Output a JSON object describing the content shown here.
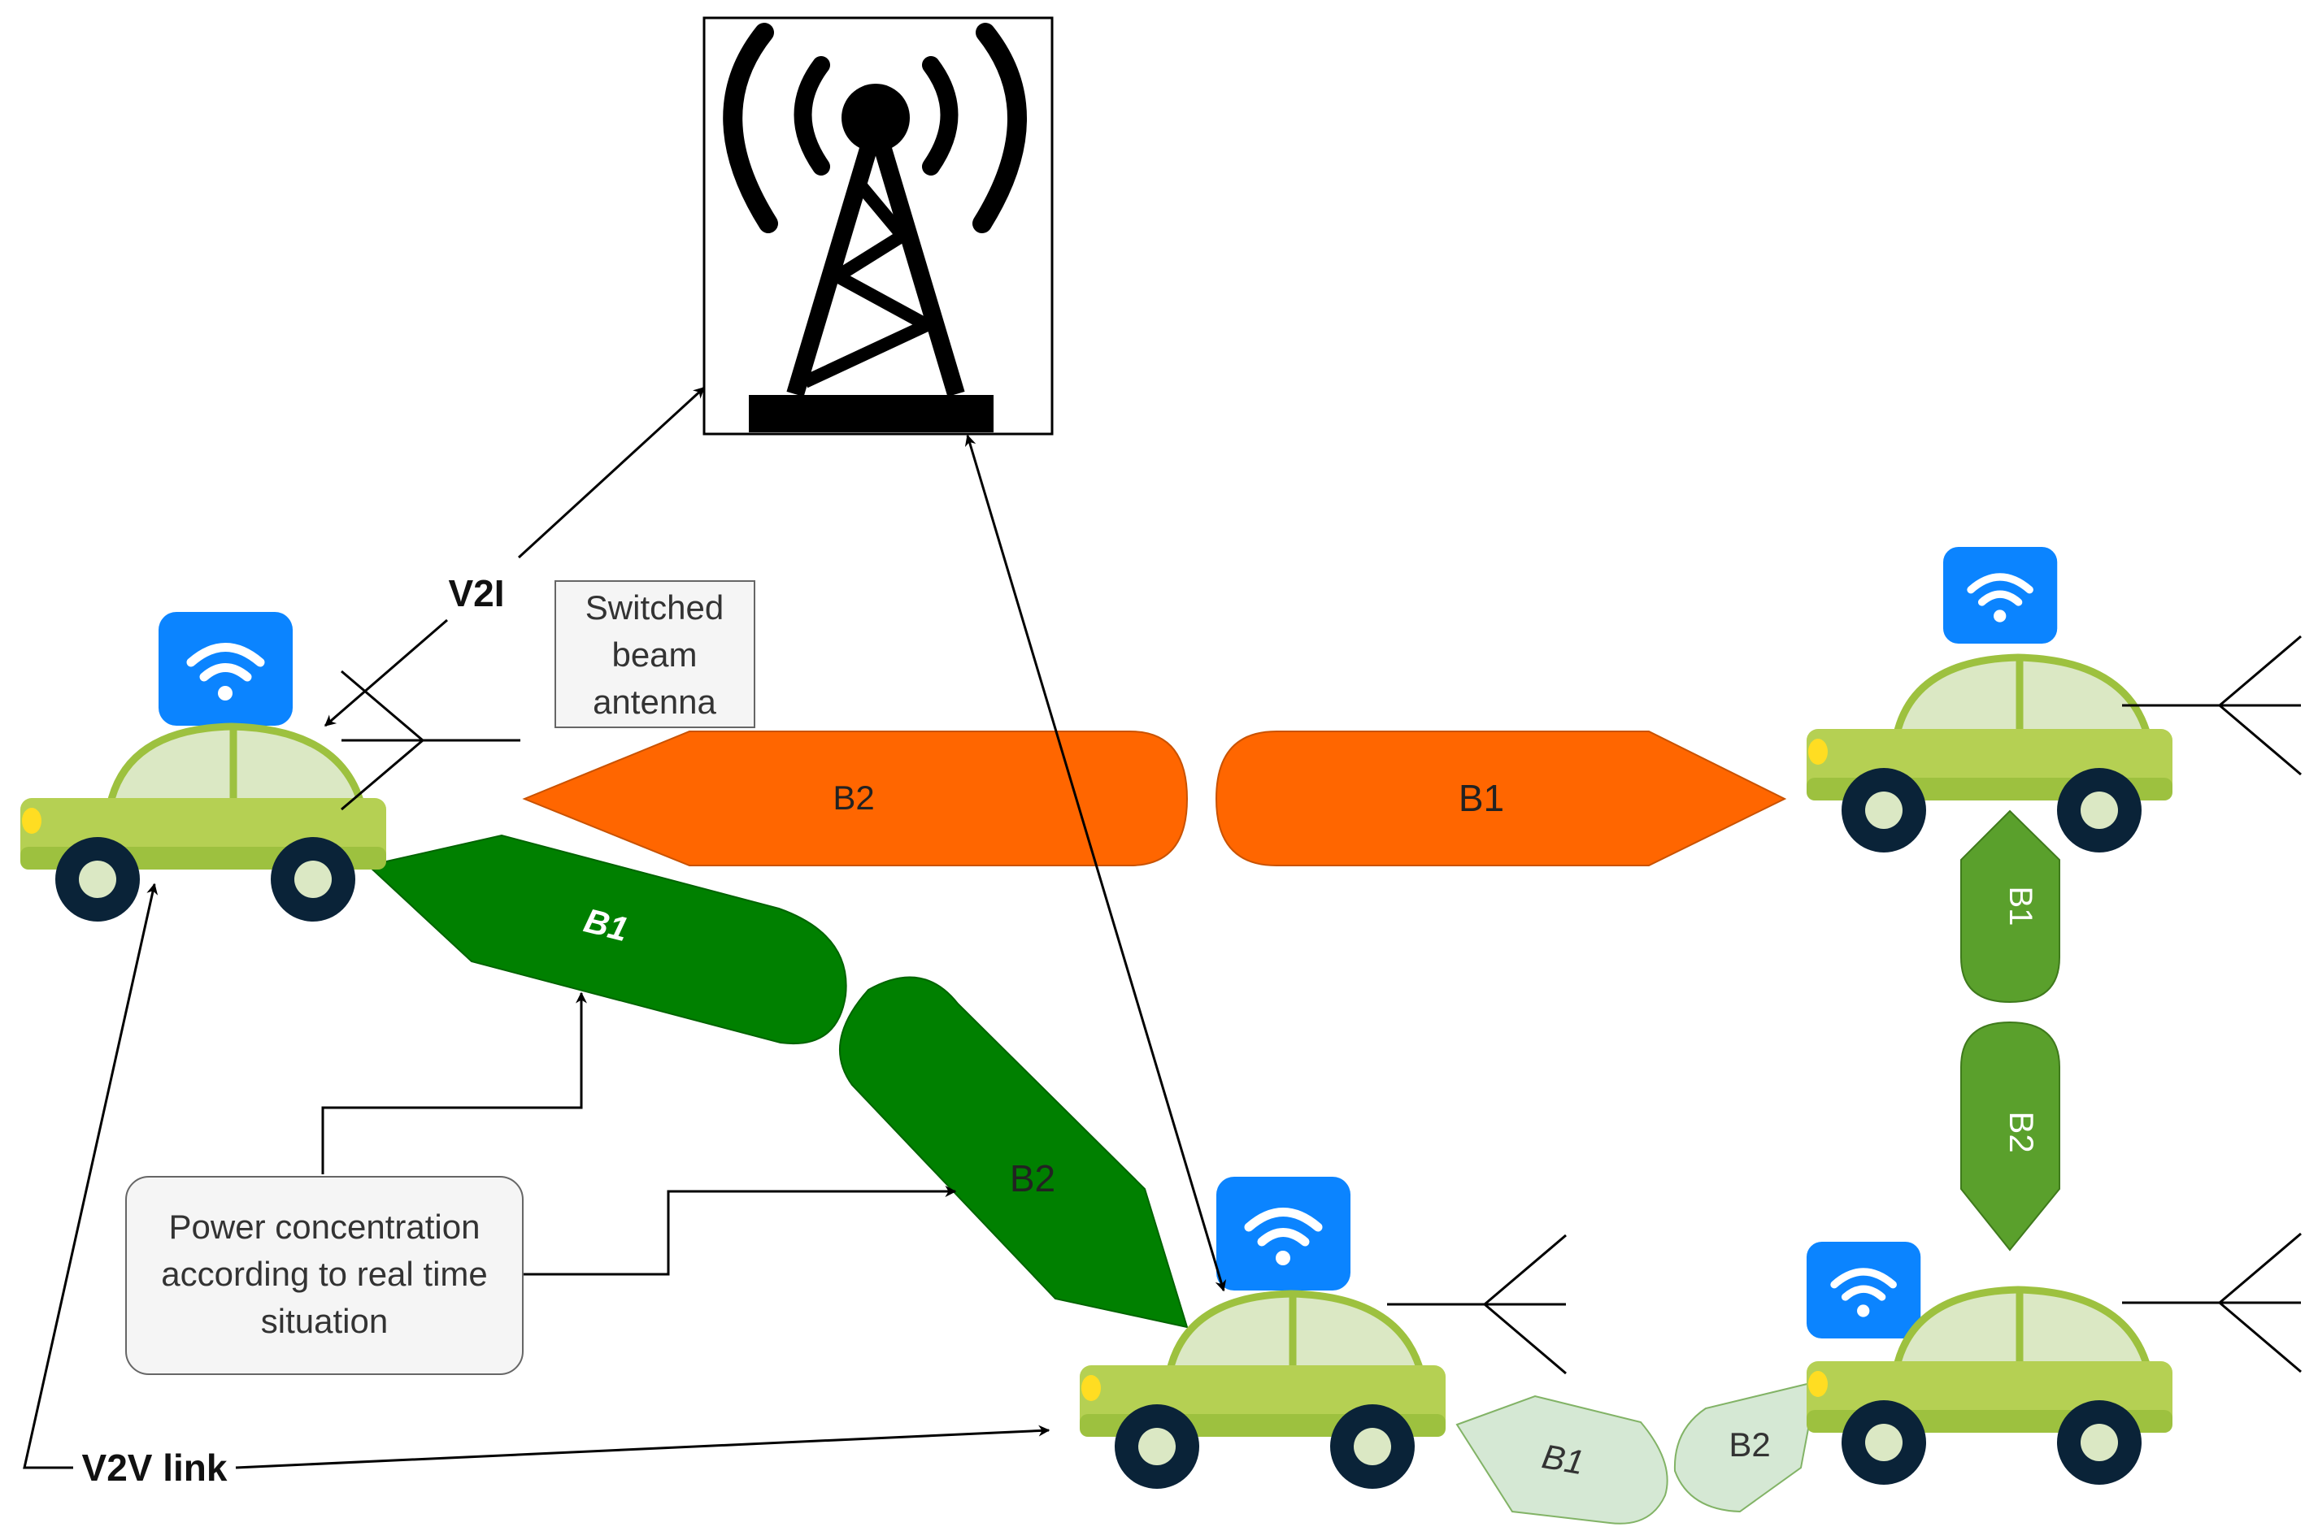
{
  "labels": {
    "v2i": "V2I",
    "v2v": "V2V link",
    "switched_beam": [
      "Switched",
      "beam",
      "antenna"
    ],
    "power_concentration": [
      "Power concentration",
      "according to real time",
      "situation"
    ]
  },
  "beams": {
    "orange_left": "B2",
    "orange_right": "B1",
    "green_upper": "B1",
    "green_lower": "B2",
    "vertical_top": "B1",
    "vertical_bottom": "B2",
    "light_left": "B1",
    "light_right": "B2"
  },
  "colors": {
    "orange_beam": "#ff6600",
    "orange_beam_edge": "#c95200",
    "dark_green_beam": "#008000",
    "mid_green_beam": "#5aa02c",
    "light_green_beam": "#d5e8d4",
    "car_body": "#9dc13f",
    "car_body_light": "#b5d053",
    "car_window": "#dbe8c4",
    "wheel": "#0a2338",
    "wifi_badge": "#0b84ff",
    "tower": "#000000"
  },
  "icons": {
    "tower": "cell-tower-icon",
    "car": "car-icon",
    "wifi": "wifi-icon",
    "antenna": "antenna-icon"
  }
}
